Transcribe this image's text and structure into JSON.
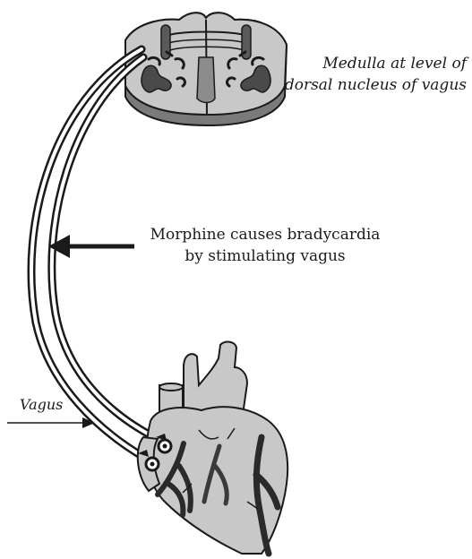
{
  "labels": {
    "medulla_line1": "Medulla at level of",
    "medulla_line2": "dorsal nucleus of vagus",
    "morphine_line1": "Morphine causes bradycardia",
    "morphine_line2": "by stimulating vagus",
    "vagus": "Vagus"
  },
  "colors": {
    "stroke": "#1a1a1a",
    "tissue_light": "#c8c8c8",
    "tissue_mid": "#8c8c8c",
    "tissue_dark": "#3a3a3a"
  }
}
